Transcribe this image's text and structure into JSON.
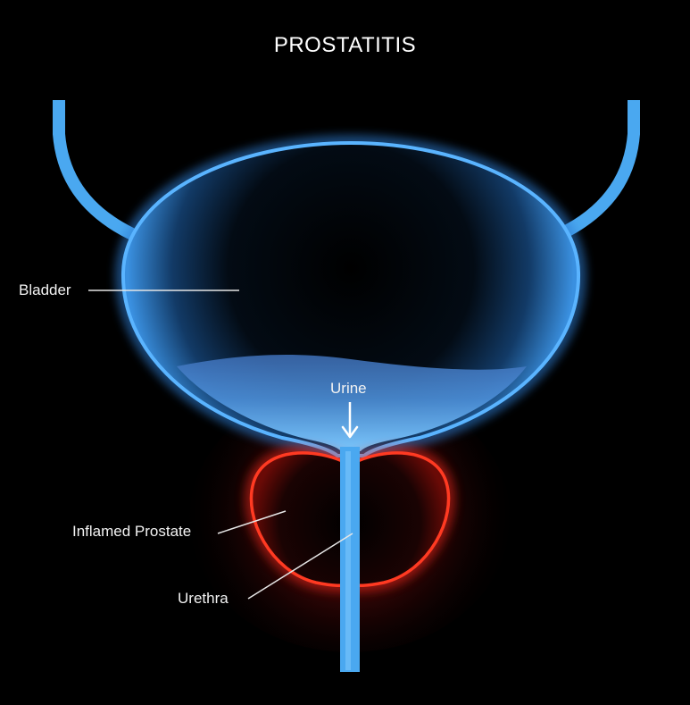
{
  "title": "PROSTATITIS",
  "labels": {
    "bladder": "Bladder",
    "urine": "Urine",
    "inflamed_prostate": "Inflamed Prostate",
    "urethra": "Urethra"
  },
  "colors": {
    "background": "#000000",
    "bladder_blue": "#4aa8f0",
    "bladder_glow": "#2f7fd6",
    "prostate_red": "#ff2a1a",
    "prostate_glow": "#b01010",
    "label_text": "#f2f2f2",
    "leader_line": "#e6e6e6"
  }
}
